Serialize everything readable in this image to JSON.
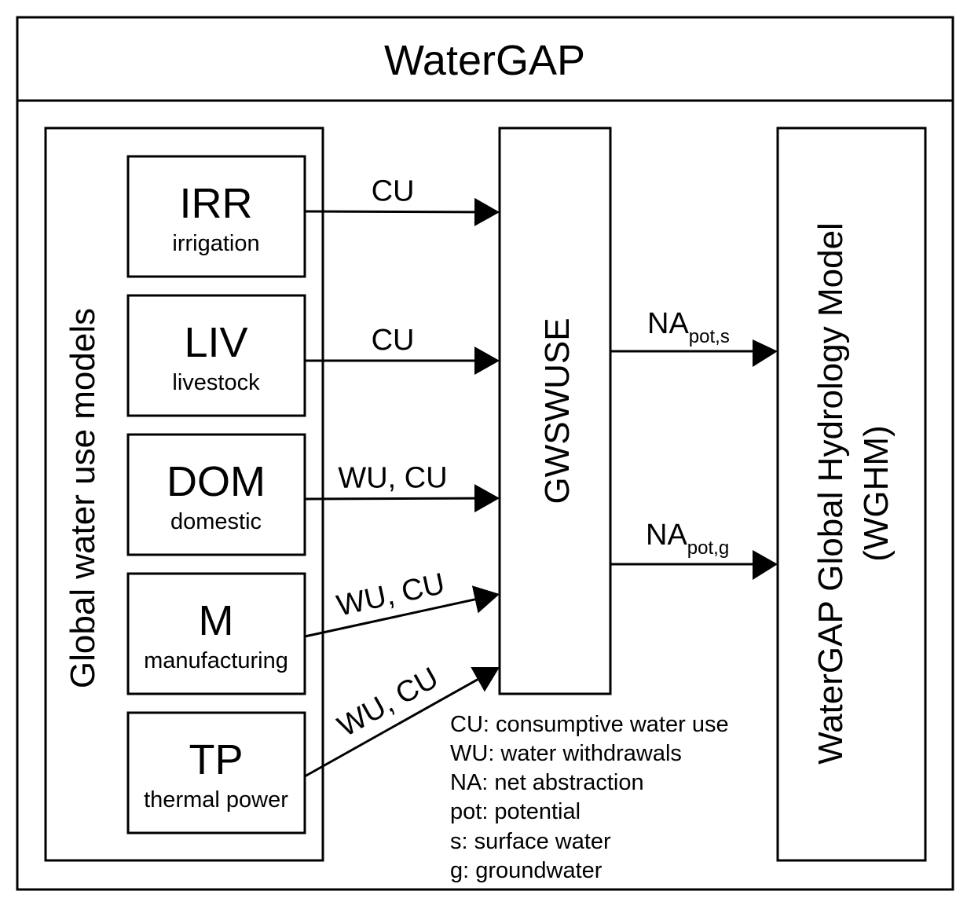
{
  "title": "WaterGAP",
  "left_panel": {
    "label": "Global water use models",
    "models": [
      {
        "abbr": "IRR",
        "name": "irrigation",
        "flow": "CU"
      },
      {
        "abbr": "LIV",
        "name": "livestock",
        "flow": "CU"
      },
      {
        "abbr": "DOM",
        "name": "domestic",
        "flow": "WU, CU"
      },
      {
        "abbr": "M",
        "name": "manufacturing",
        "flow": "WU, CU"
      },
      {
        "abbr": "TP",
        "name": "thermal power",
        "flow": "WU, CU"
      }
    ]
  },
  "center_box": {
    "label": "GWSWUSE"
  },
  "right_box": {
    "label_line1": "WaterGAP Global Hydrology Model",
    "label_line2": "(WGHM)"
  },
  "outputs": [
    {
      "main": "NA",
      "sub": "pot,s"
    },
    {
      "main": "NA",
      "sub": "pot,g"
    }
  ],
  "legend": [
    "CU: consumptive water use",
    "WU: water withdrawals",
    "NA: net abstraction",
    "pot: potential",
    "s: surface water",
    "g: groundwater"
  ],
  "colors": {
    "stroke": "#000000",
    "background": "#ffffff"
  }
}
